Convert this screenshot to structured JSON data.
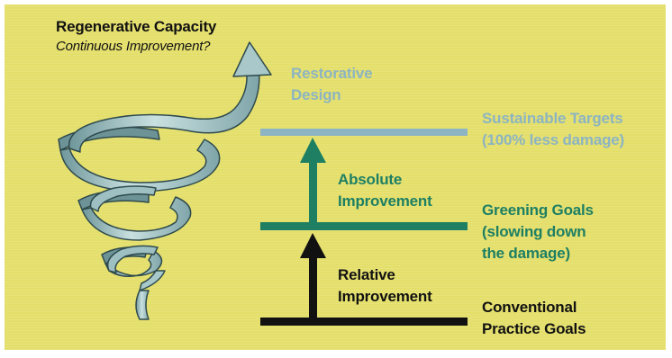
{
  "heading": {
    "title": "Regenerative Capacity",
    "subtitle": "Continuous Improvement?"
  },
  "labels": {
    "restorative": [
      "Restorative",
      "Design"
    ],
    "absolute": [
      "Absolute",
      "Improvement"
    ],
    "relative": [
      "Relative",
      "Improvement"
    ]
  },
  "levels": {
    "sustainable": [
      "Sustainable Targets",
      "(100% less damage)"
    ],
    "greening": [
      "Greening Goals",
      "(slowing down",
      "the damage)"
    ],
    "conventional": [
      "Conventional",
      "Practice Goals"
    ]
  },
  "colors": {
    "background": "#e4df6a",
    "light_blue": "#8cb4c2",
    "green": "#1e7f63",
    "black": "#111111",
    "spiral_face": "#b4d2d4",
    "spiral_shade": "#7aa0a4"
  },
  "icons": {
    "spiral": "spiral-arrow-icon",
    "absolute_arrow": "up-arrow-icon",
    "relative_arrow": "up-arrow-icon"
  }
}
